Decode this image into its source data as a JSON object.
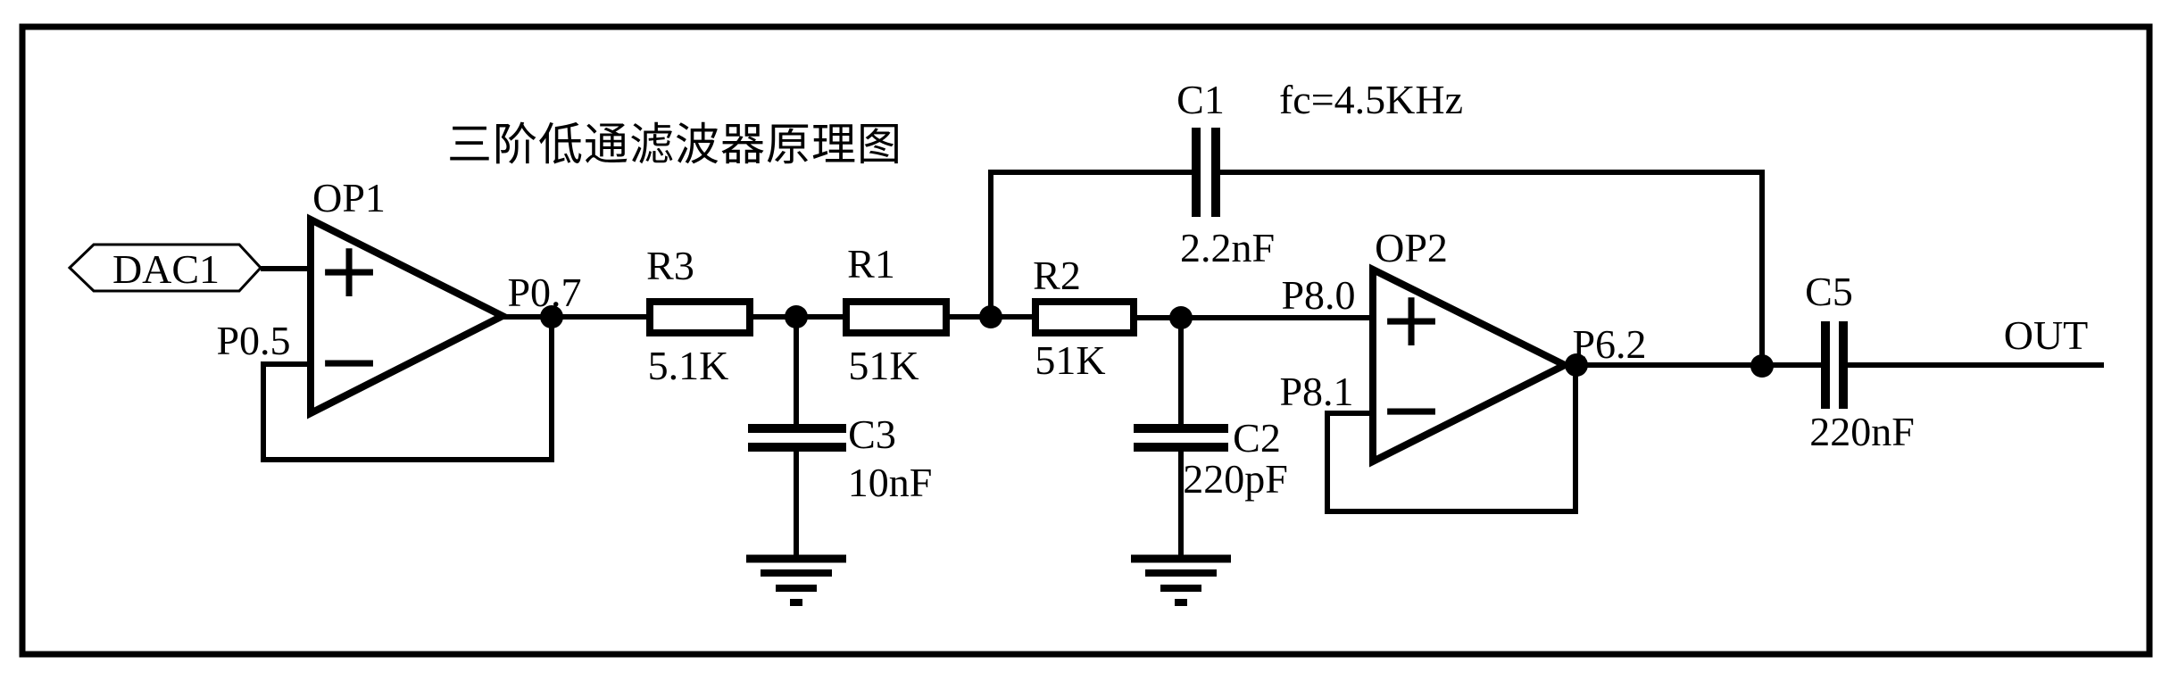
{
  "schematic": {
    "title": "三阶低通滤波器原理图",
    "cutoff_frequency": "fc=4.5KHz",
    "input_port": "DAC1",
    "output_port": "OUT",
    "op_amps": {
      "op1": {
        "ref": "OP1",
        "plus": "+",
        "minus": "−",
        "output_net": "P0.7",
        "inverting_net": "P0.5"
      },
      "op2": {
        "ref": "OP2",
        "plus": "+",
        "minus": "−",
        "noninverting_net": "P8.0",
        "inverting_net": "P8.1",
        "output_net": "P6.2"
      }
    },
    "resistors": {
      "r3": {
        "ref": "R3",
        "value": "5.1K"
      },
      "r1": {
        "ref": "R1",
        "value": "51K"
      },
      "r2": {
        "ref": "R2",
        "value": "51K"
      }
    },
    "capacitors": {
      "c1": {
        "ref": "C1",
        "value": "2.2nF"
      },
      "c3": {
        "ref": "C3",
        "value": "10nF"
      },
      "c2": {
        "ref": "C2",
        "value": "220pF"
      },
      "c5": {
        "ref": "C5",
        "value": "220nF"
      }
    },
    "colors": {
      "ink": "#000000",
      "background": "#ffffff"
    }
  }
}
